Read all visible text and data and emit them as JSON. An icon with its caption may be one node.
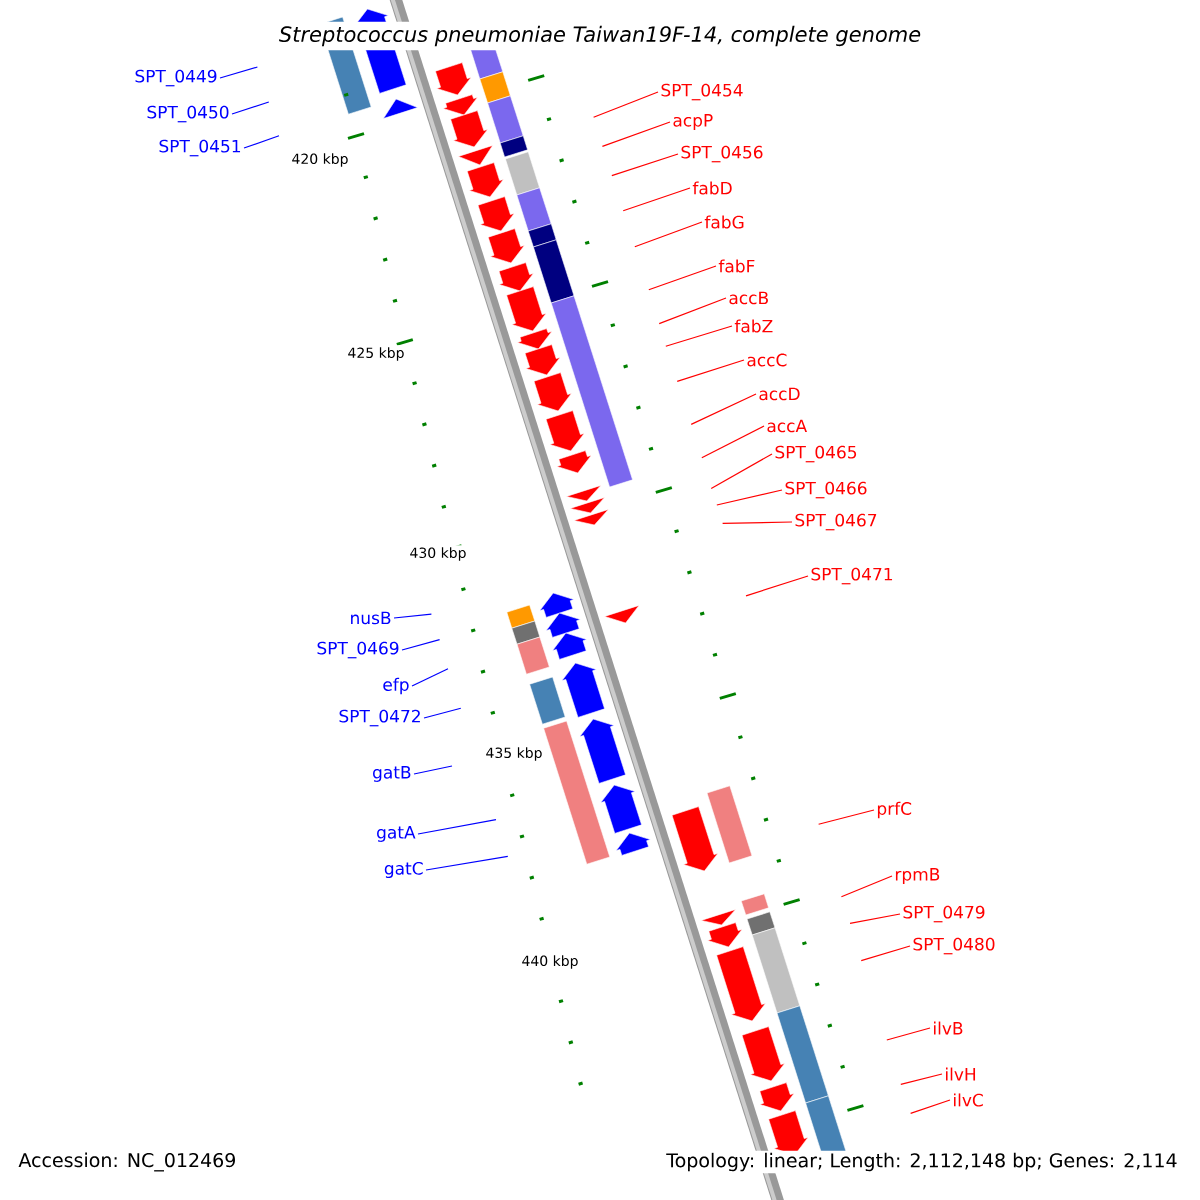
{
  "diagram": {
    "title": "Streptococcus pneumoniae Taiwan19F-14, complete genome",
    "nodes": [
      {
        "text": [
          "SPT_0449"
        ]
      },
      {
        "text": [
          "SPT_0450"
        ]
      },
      {
        "text": [
          "SPT_0451"
        ]
      },
      {
        "text": [
          "SPT_0454"
        ]
      },
      {
        "text": [
          "acpP"
        ]
      },
      {
        "text": [
          "SPT_0456"
        ]
      },
      {
        "text": [
          "fabD"
        ]
      },
      {
        "text": [
          "fabG"
        ]
      },
      {
        "text": [
          "fabF"
        ]
      },
      {
        "text": [
          "accB"
        ]
      },
      {
        "text": [
          "fabZ"
        ]
      },
      {
        "text": [
          "accC"
        ]
      },
      {
        "text": [
          "accD"
        ]
      },
      {
        "text": [
          "accA"
        ]
      },
      {
        "text": [
          "SPT_0465"
        ]
      },
      {
        "text": [
          "SPT_0466"
        ]
      },
      {
        "text": [
          "SPT_0467"
        ]
      },
      {
        "text": [
          "SPT_0471"
        ]
      },
      {
        "text": [
          "prfC"
        ]
      },
      {
        "text": [
          "rpmB"
        ]
      },
      {
        "text": [
          "SPT_0479"
        ]
      },
      {
        "text": [
          "SPT_0480"
        ]
      },
      {
        "text": [
          "ilvB"
        ]
      },
      {
        "text": [
          "ilvH"
        ]
      },
      {
        "text": [
          "ilvC"
        ]
      },
      {
        "text": [
          "nusB"
        ]
      },
      {
        "text": [
          "SPT_0469"
        ]
      },
      {
        "text": [
          "efp"
        ]
      },
      {
        "text": [
          "SPT_0472"
        ]
      },
      {
        "text": [
          "gatB"
        ]
      },
      {
        "text": [
          "gatA"
        ]
      },
      {
        "text": [
          "gatC"
        ]
      }
    ],
    "edges": [
      {
        "from": 0,
        "to": null,
        "arrow": "none",
        "color": "#0000ff"
      },
      {
        "from": 1,
        "to": null,
        "arrow": "none",
        "color": "#0000ff"
      },
      {
        "from": 2,
        "to": null,
        "arrow": "none",
        "color": "#0000ff"
      },
      {
        "from": 3,
        "to": null,
        "arrow": "none"
      },
      {
        "from": 4,
        "to": null,
        "arrow": "none"
      },
      {
        "from": 5,
        "to": null,
        "arrow": "none"
      },
      {
        "from": 6,
        "to": null,
        "arrow": "none"
      },
      {
        "from": 7,
        "to": null,
        "arrow": "none"
      },
      {
        "from": 8,
        "to": null,
        "arrow": "none"
      },
      {
        "from": 9,
        "to": null,
        "arrow": "none"
      },
      {
        "from": 10,
        "to": null,
        "arrow": "none"
      },
      {
        "from": 11,
        "to": null,
        "arrow": "none"
      },
      {
        "from": 12,
        "to": null,
        "arrow": "none"
      },
      {
        "from": 13,
        "to": null,
        "arrow": "none"
      },
      {
        "from": 14,
        "to": null,
        "arrow": "none"
      },
      {
        "from": 15,
        "to": null,
        "arrow": "none"
      },
      {
        "from": 16,
        "to": null,
        "arrow": "none"
      },
      {
        "from": 17,
        "to": null,
        "arrow": "none"
      },
      {
        "from": 18,
        "to": null,
        "arrow": "none"
      },
      {
        "from": 19,
        "to": null,
        "arrow": "none"
      },
      {
        "from": 20,
        "to": null,
        "arrow": "none"
      },
      {
        "from": 21,
        "to": null,
        "arrow": "none"
      },
      {
        "from": 22,
        "to": null,
        "arrow": "none"
      },
      {
        "from": 23,
        "to": null,
        "arrow": "none"
      },
      {
        "from": 24,
        "to": null,
        "arrow": "none"
      },
      {
        "from": 25,
        "to": null,
        "arrow": "none",
        "color": "#0000ff"
      },
      {
        "from": 26,
        "to": null,
        "arrow": "none",
        "color": "#0000ff"
      },
      {
        "from": 27,
        "to": null,
        "arrow": "none",
        "color": "#0000ff"
      },
      {
        "from": 28,
        "to": null,
        "arrow": "none",
        "color": "#0000ff"
      },
      {
        "from": 29,
        "to": null,
        "arrow": "none",
        "color": "#0000ff"
      },
      {
        "from": 30,
        "to": null,
        "arrow": "none",
        "color": "#0000ff"
      },
      {
        "from": 31,
        "to": null,
        "arrow": "none",
        "color": "#0000ff"
      }
    ],
    "labels": [
      "420 kbp",
      "425 kbp",
      "430 kbp",
      "435 kbp",
      "440 kbp",
      "Accession: NC_012469",
      "Topology: linear; Length: 2,112,148 bp; Genes: 2,114"
    ]
  }
}
